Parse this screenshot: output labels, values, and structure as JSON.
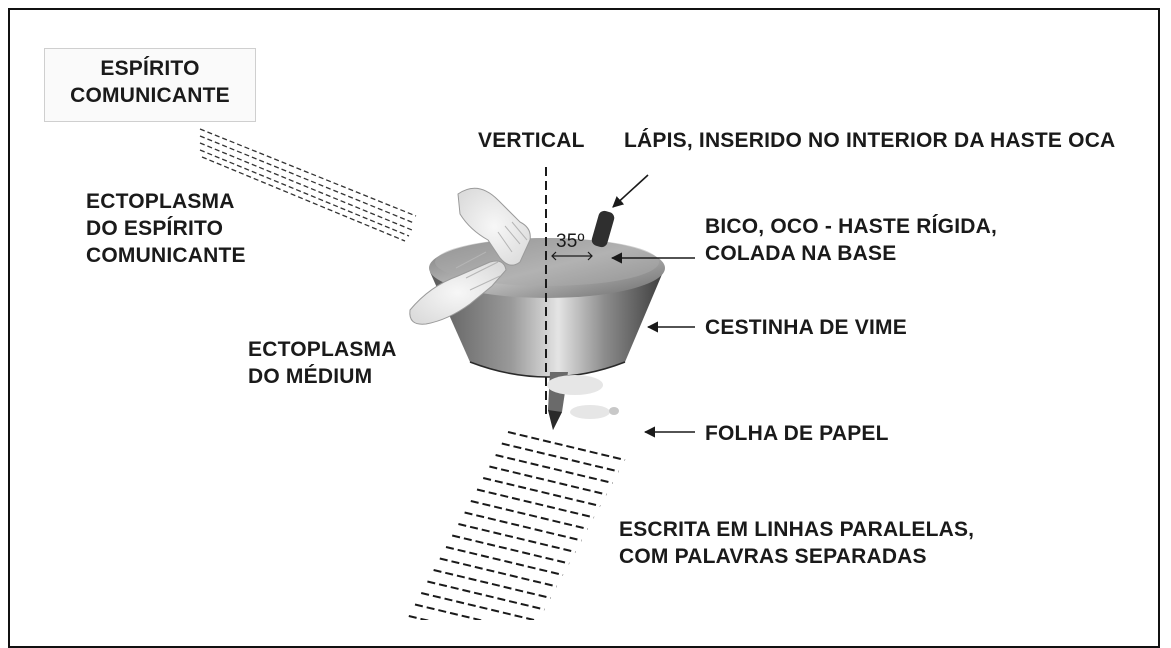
{
  "labels": {
    "spirit": [
      "ESPÍRITO",
      "COMUNICANTE"
    ],
    "vertical": "VERTICAL",
    "pencil": "LÁPIS, INSERIDO NO INTERIOR DA HASTE OCA",
    "spirit_ectoplasm": [
      "ECTOPLASMA",
      "DO ESPÍRITO",
      "COMUNICANTE"
    ],
    "angle": "35º",
    "beak": [
      "BICO, OCO - HASTE RÍGIDA,",
      "COLADA NA BASE"
    ],
    "medium_ectoplasm": [
      "ECTOPLASMA",
      "DO MÉDIUM"
    ],
    "basket": "CESTINHA DE VIME",
    "paper": "FOLHA DE PAPEL",
    "writing": [
      "ESCRITA EM LINHAS PARALELAS,",
      "COM PALAVRAS SEPARADAS"
    ]
  },
  "colors": {
    "ink": "#1a1a1a",
    "basket_dark": "#4a4a4a",
    "basket_light": "#d8d8d8",
    "pencil": "#333333"
  }
}
